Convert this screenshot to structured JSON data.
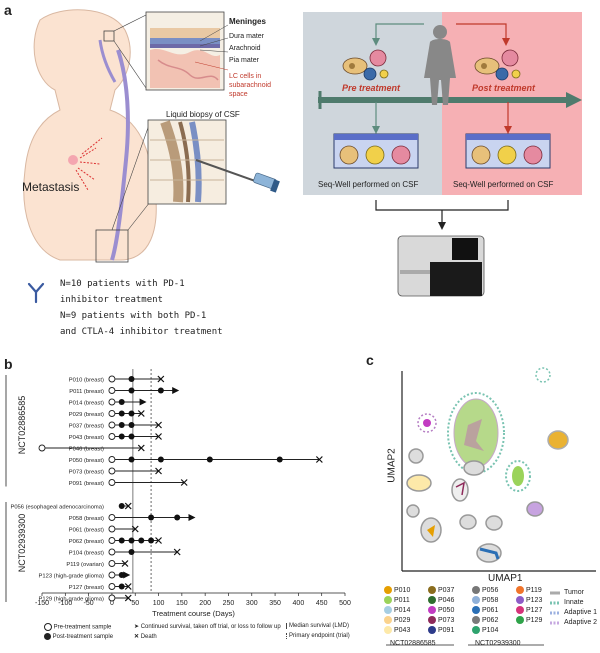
{
  "panel_a": {
    "letter": "a",
    "meninges": {
      "title": "Meninges",
      "layers": [
        "Dura mater",
        "Arachnoid",
        "Pia mater"
      ],
      "lc_label": "LC cells in subarachnoid space"
    },
    "biopsy_label": "Liquid biopsy of CSF",
    "metastasis_label": "Metastasis",
    "pre_treatment": "Pre treatment",
    "post_treatment": "Post treatment",
    "seqwell_left": "Seq-Well performed on CSF",
    "seqwell_right": "Seq-Well performed on CSF",
    "patients": [
      "N=10 patients with PD-1",
      "inhibitor treatment",
      "N=9 patients with both PD-1",
      "and CTLA-4 inhibitor treatment"
    ],
    "colors": {
      "pre_bg": "#cfd6dc",
      "post_bg": "#f6b0b4",
      "arrow": "#4f7b6d",
      "pre_text": "#c0392b",
      "post_text": "#c0392b"
    }
  },
  "panel_b": {
    "letter": "b",
    "group_labels": [
      "NCT02886585",
      "NCT02939300"
    ],
    "legend": {
      "pre": "Pre-treatment sample",
      "post": "Post-treatment sample",
      "continued": "Continued survival, taken off trial, or loss to follow up",
      "death": "Death",
      "median": "Median survival (LMD)",
      "primary": "Primary endpoint (trial)"
    }
  },
  "panel_c": {
    "letter": "c",
    "xlabel": "UMAP1",
    "ylabel": "UMAP2",
    "legend_col1": [
      "P010",
      "P011",
      "P014",
      "P029",
      "P043"
    ],
    "legend_col2": [
      "P037",
      "P046",
      "P050",
      "P073",
      "P091"
    ],
    "legend_col3": [
      "P056",
      "P058",
      "P061",
      "P062",
      "P104"
    ],
    "legend_col4": [
      "P119",
      "P123",
      "P127",
      "P129"
    ],
    "legend_colors_col1": [
      "#e69f00",
      "#9bd35a",
      "#a6cee3",
      "#fbd38d",
      "#fde9a9"
    ],
    "legend_colors_col2": [
      "#8a6d1e",
      "#2f6e2f",
      "#c23bc2",
      "#8e2a5a",
      "#2d3b8a"
    ],
    "legend_colors_col3": [
      "#777777",
      "#8fb0d8",
      "#2b6fb5",
      "#7a7a7a",
      "#2ea36e"
    ],
    "legend_colors_col4": [
      "#f0742b",
      "#8e5cc7",
      "#d6337a",
      "#2fa34a"
    ],
    "cell_types": [
      "Tumor",
      "Innate",
      "Adaptive 1",
      "Adaptive 2"
    ],
    "trial_labels": [
      "NCT02886585",
      "NCT02939300"
    ]
  },
  "chart_data": {
    "type": "scatter",
    "title": "",
    "xlabel": "Treatment course (Days)",
    "ylabel": "",
    "xlim": [
      -150,
      500
    ],
    "x_ticks": [
      -150,
      -100,
      -50,
      0,
      50,
      100,
      150,
      200,
      250,
      300,
      350,
      400,
      450,
      500
    ],
    "median_survival_days": 45,
    "primary_endpoint_days": 84,
    "patients": [
      {
        "label": "P010 (breast)",
        "pre": [
          0
        ],
        "post": [
          42
        ],
        "end": 105,
        "end_type": "death"
      },
      {
        "label": "P011 (breast)",
        "pre": [
          0
        ],
        "post": [
          42,
          105
        ],
        "end": 140,
        "end_type": "continued"
      },
      {
        "label": "P014 (breast)",
        "pre": [
          0
        ],
        "post": [
          21
        ],
        "end": 70,
        "end_type": "continued"
      },
      {
        "label": "P029 (breast)",
        "pre": [
          0
        ],
        "post": [
          21,
          42
        ],
        "end": 63,
        "end_type": "death"
      },
      {
        "label": "P037 (breast)",
        "pre": [
          0
        ],
        "post": [
          21,
          42
        ],
        "end": 100,
        "end_type": "death"
      },
      {
        "label": "P043 (breast)",
        "pre": [
          0
        ],
        "post": [
          21,
          42
        ],
        "end": 100,
        "end_type": "death"
      },
      {
        "label": "P046 (breast)",
        "pre": [
          -150
        ],
        "post": [],
        "end": 63,
        "end_type": "death"
      },
      {
        "label": "P050 (breast)",
        "pre": [
          0
        ],
        "post": [
          42,
          105,
          210,
          360
        ],
        "end": 445,
        "end_type": "death"
      },
      {
        "label": "P073 (breast)",
        "pre": [
          0
        ],
        "post": [],
        "end": 100,
        "end_type": "death"
      },
      {
        "label": "P091 (breast)",
        "pre": [
          0
        ],
        "post": [],
        "end": 155,
        "end_type": "death"
      },
      {
        "label": "P056 (esophageal adenocarcinoma)",
        "pre": [],
        "post": [
          21
        ],
        "end": 35,
        "end_type": "death"
      },
      {
        "label": "P058 (breast)",
        "pre": [
          0
        ],
        "post": [
          84,
          140
        ],
        "end": 175,
        "end_type": "continued"
      },
      {
        "label": "P061 (breast)",
        "pre": [
          0
        ],
        "post": [],
        "end": 50,
        "end_type": "death"
      },
      {
        "label": "P062 (breast)",
        "pre": [
          0
        ],
        "post": [
          21,
          42,
          63,
          84
        ],
        "end": 100,
        "end_type": "death"
      },
      {
        "label": "P104 (breast)",
        "pre": [
          0
        ],
        "post": [
          42
        ],
        "end": 140,
        "end_type": "death"
      },
      {
        "label": "P119 (ovarian)",
        "pre": [
          0
        ],
        "post": [],
        "end": 28,
        "end_type": "death"
      },
      {
        "label": "P123 (high-grade glioma)",
        "pre": [
          0
        ],
        "post": [
          21
        ],
        "end": 35,
        "end_type": "continued"
      },
      {
        "label": "P127 (breast)",
        "pre": [
          0
        ],
        "post": [
          21
        ],
        "end": 35,
        "end_type": "death"
      },
      {
        "label": "P129 (high-grade glioma)",
        "pre": [
          0
        ],
        "post": [],
        "end": 35,
        "end_type": "death"
      }
    ]
  }
}
